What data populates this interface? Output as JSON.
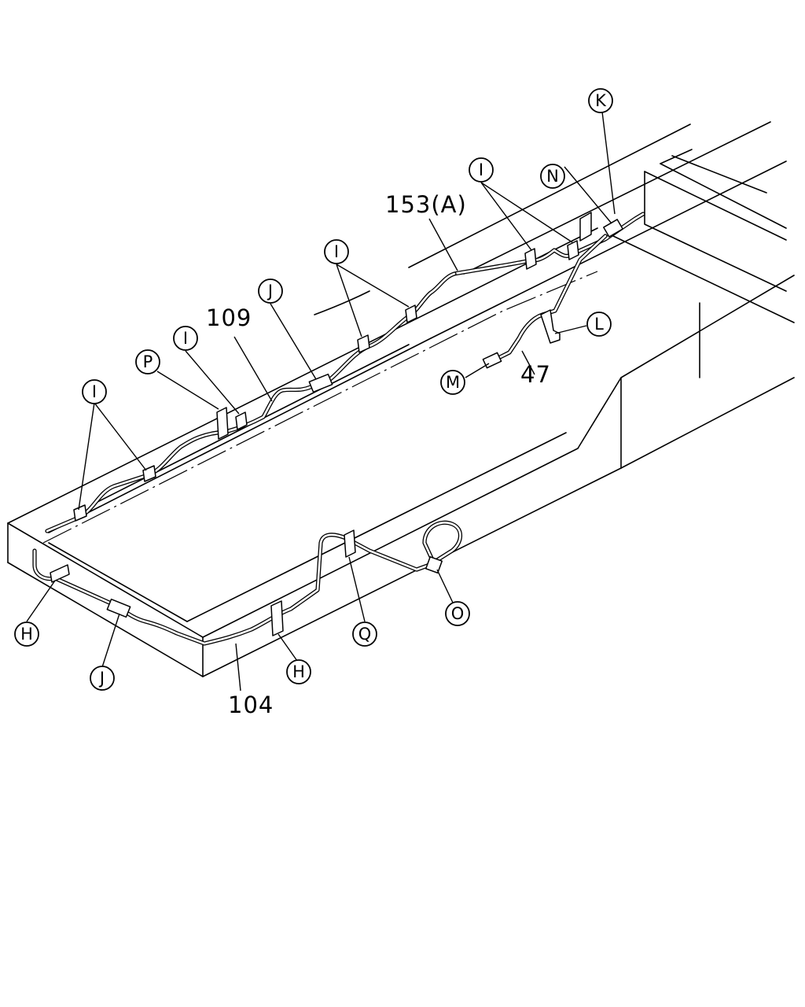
{
  "callouts": {
    "K": "K",
    "N": "N",
    "I_right": "I",
    "I_mid": "I",
    "J_top": "J",
    "I_p": "I",
    "P": "P",
    "I_left": "I",
    "L": "L",
    "M": "M",
    "H_left": "H",
    "J_bottom": "J",
    "H_mid": "H",
    "Q": "Q",
    "O": "O"
  },
  "part_numbers": {
    "p153": "153(A)",
    "p109": "109",
    "p47": "47",
    "p104": "104"
  }
}
